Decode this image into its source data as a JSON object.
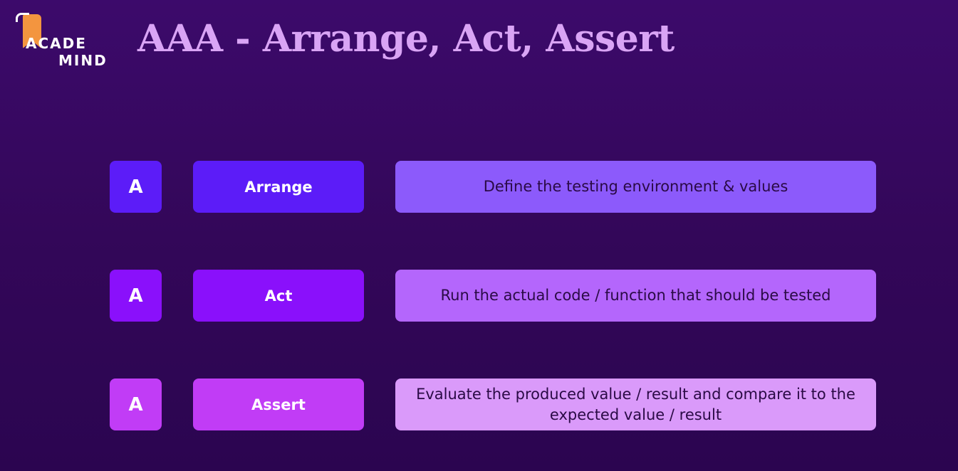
{
  "logo": {
    "line1": "ACADE",
    "line2": "MIND",
    "accent_color": "#f3953f"
  },
  "title": "AAA - Arrange, Act, Assert",
  "title_color": "#d9a4f5",
  "rows": [
    {
      "badge": "A",
      "label": "Arrange",
      "description": "Define the testing environment & values",
      "badge_color": "#5c1cf8",
      "description_color": "#8c5afb"
    },
    {
      "badge": "A",
      "label": "Act",
      "description": "Run the actual code / function that should be tested",
      "badge_color": "#8a10fb",
      "description_color": "#b466fc"
    },
    {
      "badge": "A",
      "label": "Assert",
      "description": "Evaluate the produced value / result and compare it to the expected value / result",
      "badge_color": "#c13cf6",
      "description_color": "#da9afa"
    }
  ]
}
